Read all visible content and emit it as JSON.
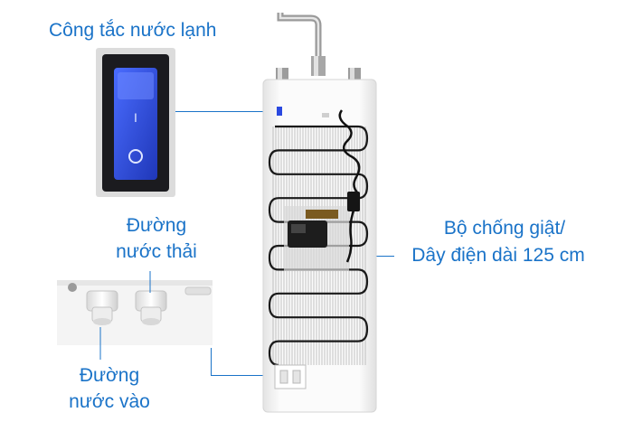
{
  "labels": {
    "cold_switch": "Công tắc nước lạnh",
    "drain_line1": "Đường",
    "drain_line2": "nước thải",
    "inlet_line1": "Đường",
    "inlet_line2": "nước vào",
    "anti_shock_line1": "Bộ chống giật/",
    "anti_shock_line2": "Dây điện dài 125 cm"
  },
  "switch_marks": {
    "top": "I",
    "bottom": "O"
  },
  "colors": {
    "label_blue": "#1a73c8",
    "switch_blue": "#2a49e0",
    "switch_body": "#1b1b1f",
    "cabinet_white": "#f7f7f7",
    "coil_black": "#1a1a1a"
  }
}
